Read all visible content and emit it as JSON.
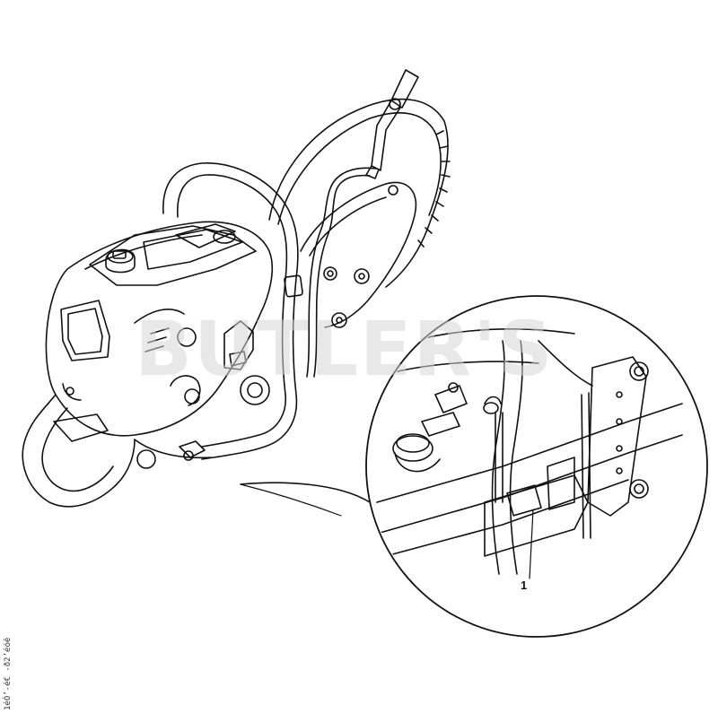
{
  "diagram": {
    "callouts": [
      {
        "label": "1"
      }
    ],
    "side_code": "1éÓ’-é€ -ð2’éóê",
    "watermark": "BUTLER'S",
    "colors": {
      "line": "#111111",
      "background": "#ffffff",
      "watermark": "#d6d6d6"
    }
  }
}
